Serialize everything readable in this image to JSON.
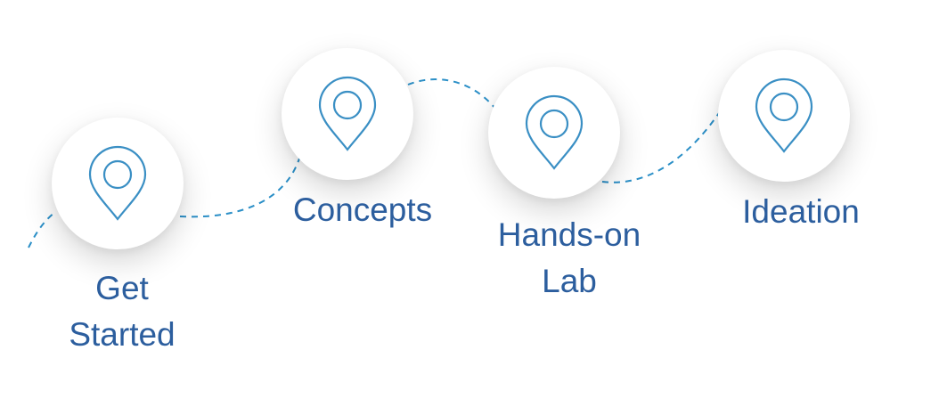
{
  "accent_color": "#2c5e9e",
  "pin_color": "#3a8fc4",
  "path_color": "#2b8fc7",
  "steps": [
    {
      "label_lines": [
        "Get",
        "Started"
      ],
      "icon": "location-pin-icon"
    },
    {
      "label_lines": [
        "Concepts"
      ],
      "icon": "location-pin-icon"
    },
    {
      "label_lines": [
        "Hands-on",
        "Lab"
      ],
      "icon": "location-pin-icon"
    },
    {
      "label_lines": [
        "Ideation"
      ],
      "icon": "location-pin-icon"
    }
  ]
}
